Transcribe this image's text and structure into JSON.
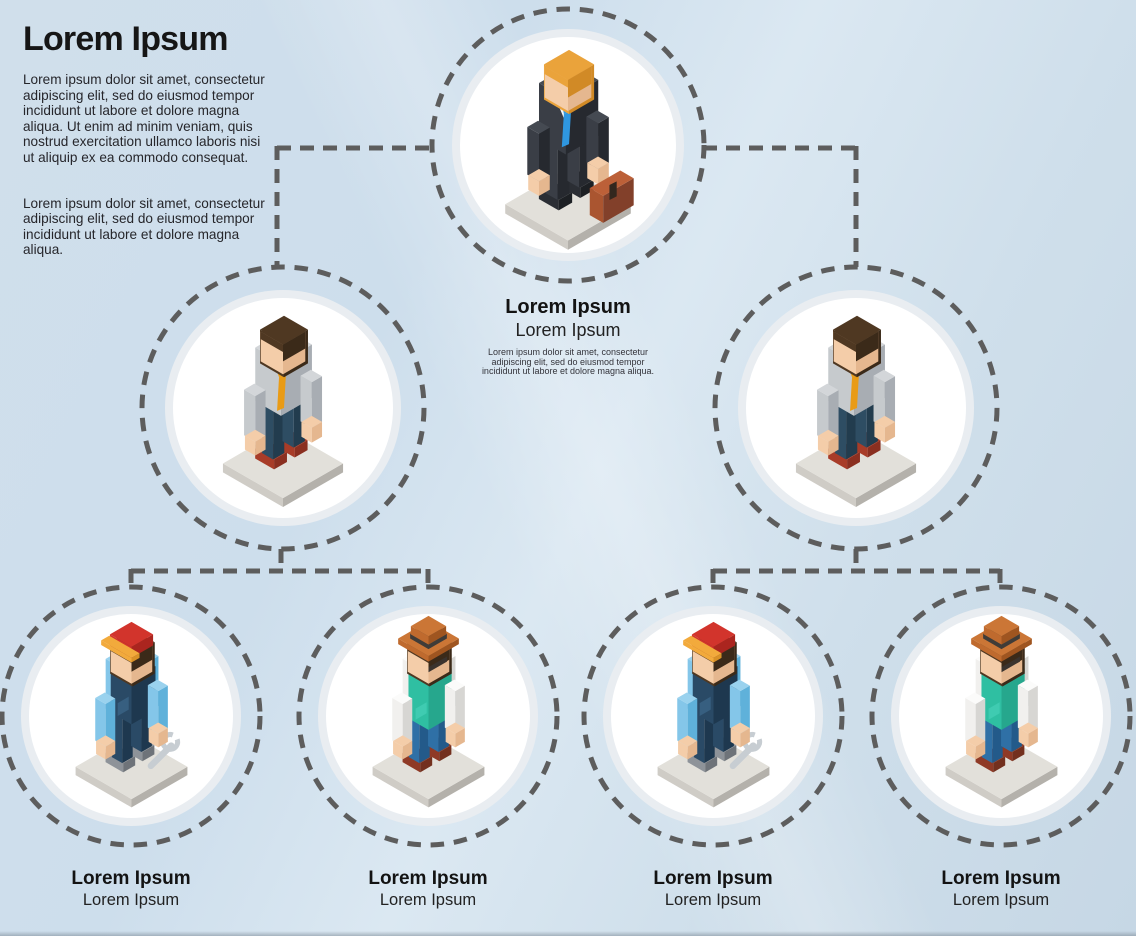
{
  "header": {
    "title": "Lorem Ipsum",
    "paragraph1": "Lorem ipsum dolor sit amet, consectetur adipiscing elit, sed do eiusmod tempor incididunt ut labore et dolore magna aliqua. Ut enim ad minim veniam, quis nostrud exercitation ullamco laboris nisi ut aliquip ex ea commodo consequat.",
    "paragraph2": "Lorem ipsum dolor sit amet, consectetur adipiscing elit, sed do eiusmod tempor incididunt ut labore et dolore magna aliqua."
  },
  "org_chart": {
    "root": {
      "figure": "businessman",
      "title": "Lorem Ipsum",
      "subtitle": "Lorem Ipsum",
      "description": "Lorem ipsum dolor sit amet, consectetur adipiscing elit, sed do eiusmod tempor incididunt ut labore et dolore magna aliqua."
    },
    "managers": [
      {
        "figure": "manager"
      },
      {
        "figure": "manager"
      }
    ],
    "workers": [
      {
        "figure": "mechanic",
        "title": "Lorem Ipsum",
        "subtitle": "Lorem Ipsum"
      },
      {
        "figure": "farmer",
        "title": "Lorem Ipsum",
        "subtitle": "Lorem Ipsum"
      },
      {
        "figure": "mechanic",
        "title": "Lorem Ipsum",
        "subtitle": "Lorem Ipsum"
      },
      {
        "figure": "farmer",
        "title": "Lorem Ipsum",
        "subtitle": "Lorem Ipsum"
      }
    ]
  },
  "palette": {
    "dash": "#5d5d5d",
    "background": "#cfdfeb",
    "circle_white": "#ffffff",
    "circle_rim": "#e9edf1",
    "platform_left": "#cfccc6",
    "platform_right": "#b4b1ab",
    "platform_top": "#e2e0da",
    "skin": "#f4cda9",
    "skin_shade": "#e5b78f",
    "hair_blond": "#eaa33b",
    "hair_blond_dark": "#d18a26",
    "hair_brown": "#4f3822",
    "hair_brown_dark": "#3b2a19",
    "suit_left": "#3a3e46",
    "suit_right": "#26292f",
    "suit_top": "#454a52",
    "shirt_white": "#f7f8f9",
    "tie_blue": "#2f97e0",
    "case_left": "#aa5530",
    "case_right": "#82402a",
    "case_top": "#bc6038",
    "case_handle": "#33271e",
    "shoe_black": "#2b2e34",
    "shoe_black_dark": "#1d2024",
    "shirt_grey_left": "#c6cacd",
    "shirt_grey_right": "#a8adb3",
    "shirt_grey_top": "#d3d6d9",
    "tie_orange": "#e99b16",
    "pants_navy_left": "#2e4d63",
    "pants_navy_right": "#223c4e",
    "shoe_red": "#a83c28",
    "shoe_red_dark": "#8a2f20",
    "cap_red": "#d2342c",
    "cap_red_dark": "#ab251f",
    "cap_brim": "#f2aa3c",
    "cap_brim_dark": "#d99127",
    "shirt_blue_left": "#84c6e9",
    "shirt_blue_right": "#5fb1da",
    "shirt_blue_top": "#9ad2ee",
    "overall_left": "#2a4a66",
    "overall_right": "#1e384f",
    "overall_pocket": "#375f80",
    "wrench": "#c7cdd2",
    "shoe_grey": "#8e9399",
    "shoe_grey_dark": "#6e7379",
    "hat_left": "#bf6a2e",
    "hat_right": "#9f5520",
    "hat_top": "#cb7636",
    "hat_band": "#403c38",
    "shirt_white_left": "#f1f0ee",
    "shirt_white_right": "#d7d6d3",
    "shirt_white_top": "#fbfbfa",
    "apron_left": "#2fbfa2",
    "apron_right": "#26a78d",
    "apron_pocket": "#3fcbb1",
    "jeans_left": "#2f70a6",
    "jeans_right": "#235a8a",
    "shoe_maroon": "#8f3a26",
    "shoe_maroon_dark": "#73301e",
    "glasses": "#3a332e"
  }
}
